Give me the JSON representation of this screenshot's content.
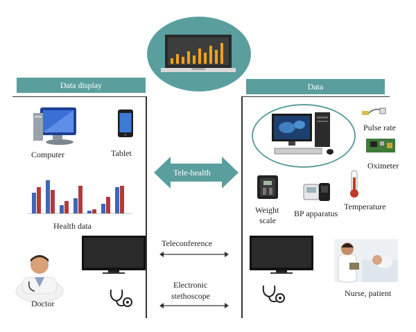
{
  "left_panel": {
    "header": "Data display",
    "computer_label": "Computer",
    "tablet_label": "Tablet",
    "health_data_label": "Health data",
    "doctor_label": "Doctor"
  },
  "right_panel": {
    "header": "Data",
    "pulse_rate_label": "Pulse rate",
    "oximeter_label": "Oximeter",
    "weight_scale_label_line1": "Weight",
    "weight_scale_label_line2": "scale",
    "bp_apparatus_label": "BP apparatus",
    "temperature_label": "Temperature",
    "nurse_patient_label": "Nurse, patient"
  },
  "center": {
    "tele_health_label": "Tele-health",
    "teleconference_label": "Teleconference",
    "electronic_stethoscope_line1": "Electronic",
    "electronic_stethoscope_line2": "stethoscope"
  },
  "colors": {
    "teal": "#5a9f9e",
    "bar_blue": "#3f66b8",
    "bar_red": "#b33a3a",
    "laptop_bar": "#f0a21b"
  },
  "health_chart": {
    "blue": [
      30,
      48,
      12,
      22,
      4,
      14,
      38
    ],
    "red": [
      38,
      34,
      18,
      40,
      6,
      24,
      40
    ]
  }
}
